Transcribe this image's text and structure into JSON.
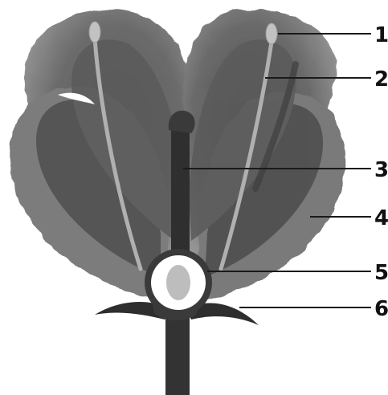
{
  "diagram": {
    "labels": [
      {
        "id": "label-1",
        "text": "1"
      },
      {
        "id": "label-2",
        "text": "2"
      },
      {
        "id": "label-3",
        "text": "3"
      },
      {
        "id": "label-4",
        "text": "4"
      },
      {
        "id": "label-5",
        "text": "5"
      },
      {
        "id": "label-6",
        "text": "6"
      }
    ]
  },
  "colors": {
    "petal_outer": "#8f8f8f",
    "petal_mid": "#6e6e6e",
    "petal_dark": "#4a4a4a",
    "stem": "#3a3a3a",
    "sepal": "#333333",
    "stamen_filament": "#a9a9a9",
    "anther": "#b5b5b5",
    "pistil": "#2f2f2f",
    "ovary_ring": "#ffffff",
    "ovule": "#c3c3c3",
    "leader_line": "#1a1a1a"
  }
}
